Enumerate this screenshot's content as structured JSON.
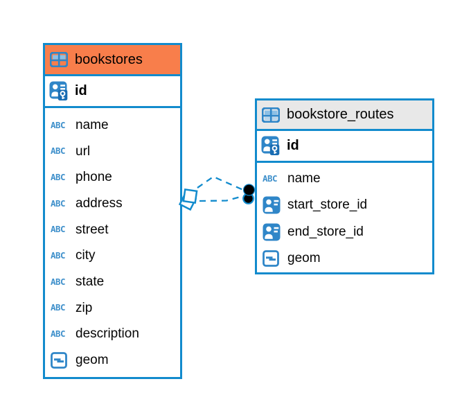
{
  "diagram_type": "entity-relationship",
  "type_icon_label": "ABC",
  "tables": [
    {
      "title": "bookstores",
      "header_color": "#F87E4B",
      "pk": {
        "name": "id",
        "type": "primary-key"
      },
      "columns": [
        {
          "name": "name",
          "type": "text"
        },
        {
          "name": "url",
          "type": "text"
        },
        {
          "name": "phone",
          "type": "text"
        },
        {
          "name": "address",
          "type": "text"
        },
        {
          "name": "street",
          "type": "text"
        },
        {
          "name": "city",
          "type": "text"
        },
        {
          "name": "state",
          "type": "text"
        },
        {
          "name": "zip",
          "type": "text"
        },
        {
          "name": "description",
          "type": "text"
        },
        {
          "name": "geom",
          "type": "geometry"
        }
      ]
    },
    {
      "title": "bookstore_routes",
      "header_color": "#E8E8E8",
      "pk": {
        "name": "id",
        "type": "primary-key"
      },
      "columns": [
        {
          "name": "name",
          "type": "text"
        },
        {
          "name": "start_store_id",
          "type": "reference"
        },
        {
          "name": "end_store_id",
          "type": "reference"
        },
        {
          "name": "geom",
          "type": "geometry"
        }
      ]
    }
  ],
  "relationships": [
    {
      "from": "bookstore_routes.start_store_id",
      "to": "bookstores.id",
      "style": "dashed"
    },
    {
      "from": "bookstore_routes.end_store_id",
      "to": "bookstores.id",
      "style": "dashed"
    }
  ],
  "colors": {
    "accent_blue": "#128BCD",
    "icon_blue": "#2F86C8",
    "icon_cell_light": "#8CC0E6",
    "orange_header": "#F87E4B",
    "gray_header": "#E8E8E8",
    "dot_black": "#000000"
  }
}
